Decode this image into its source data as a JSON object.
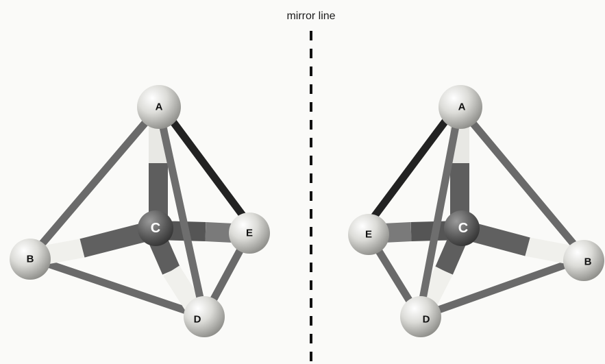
{
  "mirror": {
    "label": "mirror line"
  },
  "left_molecule": {
    "atoms": {
      "A": "A",
      "B": "B",
      "C": "C",
      "D": "D",
      "E": "E"
    }
  },
  "right_molecule": {
    "atoms": {
      "A": "A",
      "B": "B",
      "C": "C",
      "D": "D",
      "E": "E"
    }
  },
  "colors": {
    "bond": "#6e6e6e",
    "bond_dark": "#2a2a2a",
    "bond_light": "#e6e6e2",
    "carbon": "#5e5e5e",
    "atom_light": "#e8e8e4",
    "mirror": "#111111"
  }
}
